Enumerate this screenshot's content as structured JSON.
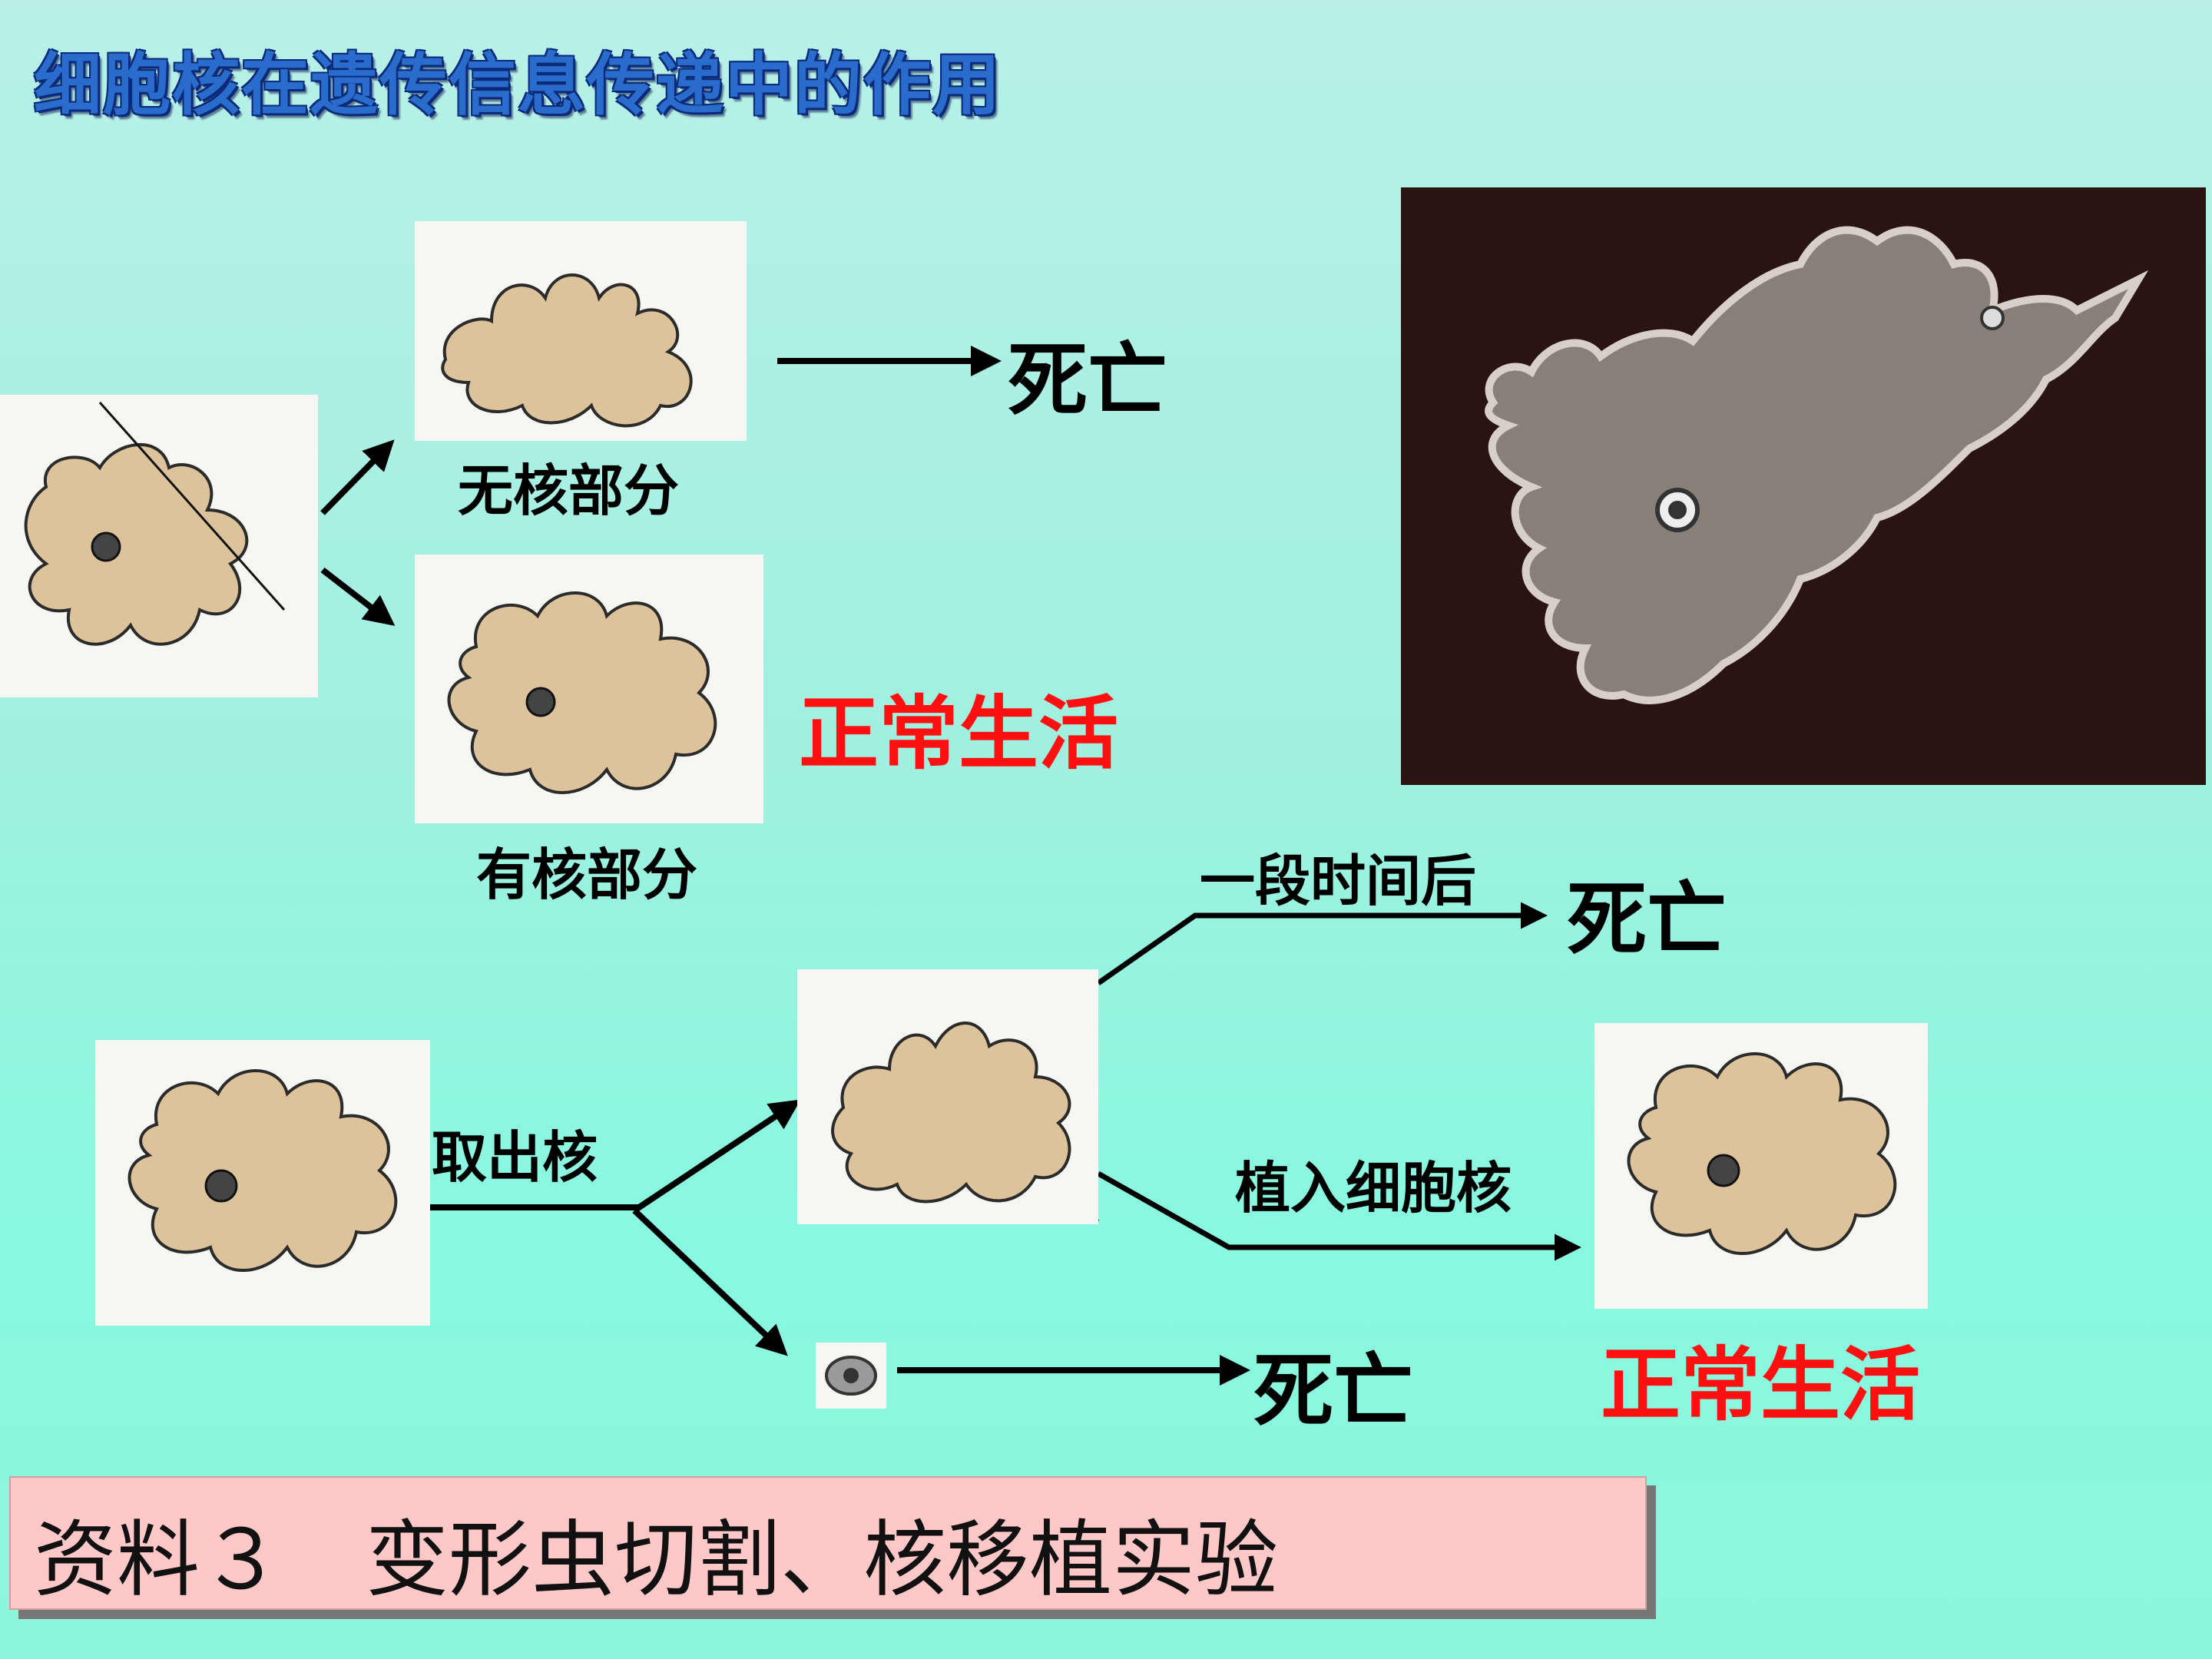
{
  "title": "细胞核在遗传信息传递中的作用",
  "experiment1": {
    "part_without_nucleus": "无核部分",
    "part_with_nucleus": "有核部分",
    "result_without": "死亡",
    "result_with": "正常生活"
  },
  "experiment2": {
    "remove_nucleus": "取出核",
    "after_time": "一段时间后",
    "result_after_time": "死亡",
    "implant_nucleus": "植入细胞核",
    "result_nucleus_alone": "死亡",
    "result_implanted": "正常生活"
  },
  "caption": "资料３　变形虫切割、核移植实验",
  "colors": {
    "title": "#2a6ccc",
    "result_normal": "#ff1010",
    "caption_bg": "#ffc8c8"
  }
}
